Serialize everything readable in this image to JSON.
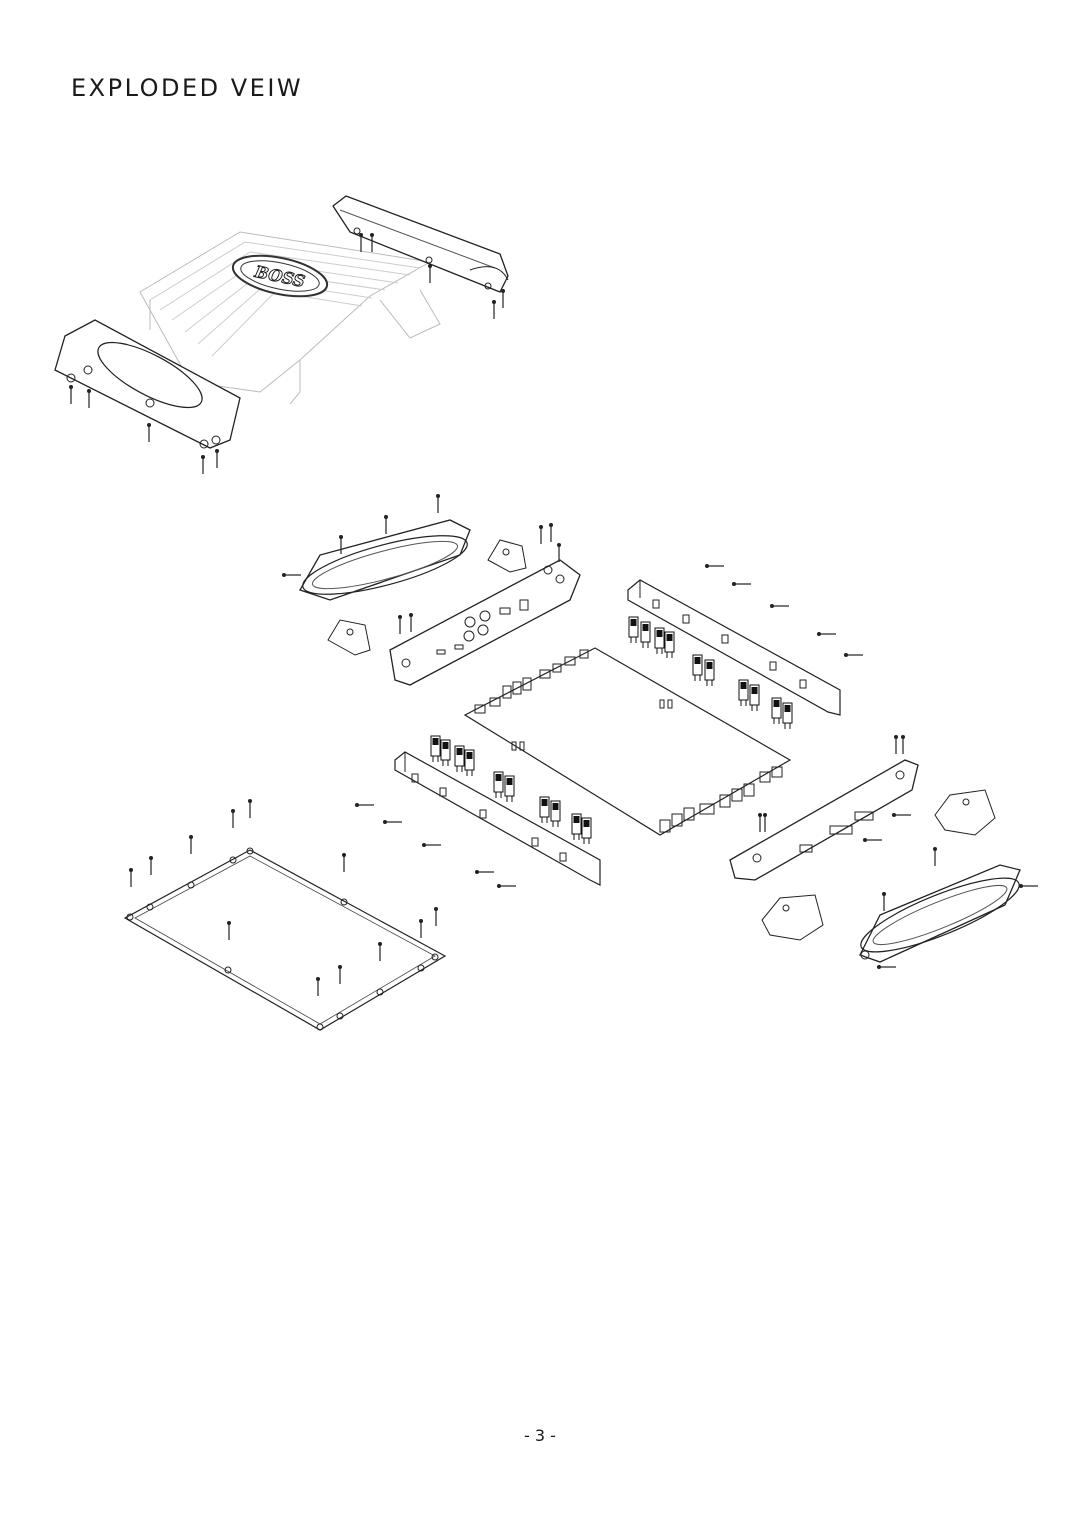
{
  "document": {
    "title": "EXPLODED VEIW",
    "page_number": "- 3 -"
  },
  "diagram": {
    "logo_text": "BOSS"
  }
}
